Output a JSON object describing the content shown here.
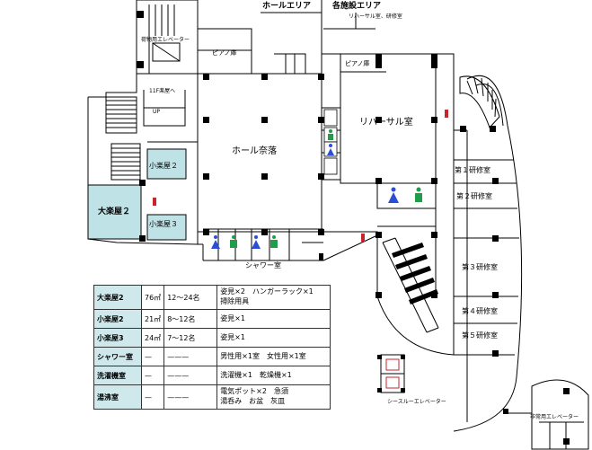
{
  "areas": {
    "hall_area": "ホールエリア",
    "facilities_area": "各施設エリア",
    "facilities_sub": "リハーサル室、研修室"
  },
  "rooms": {
    "hall_backstage": "ホール奈落",
    "rehearsal": "リハーサル室",
    "piano1": "ピアノ庫",
    "piano2": "ピアノ庫",
    "large_dressing2": "大楽屋２",
    "small_dressing2": "小楽屋２",
    "small_dressing3": "小楽屋３",
    "shower": "シャワー室",
    "training1": "第１研修室",
    "training2": "第２研修室",
    "training3": "第３研修室",
    "training4": "第４研修室",
    "training5": "第５研修室",
    "freight_elevator": "荷物用エレベーター",
    "floor_11f": "11F楽屋へ",
    "up_label": "UP",
    "seethrough_elevator": "シースルーエレベーター",
    "emergency_elevator": "非常用エレベーター"
  },
  "legend": {
    "rows": [
      {
        "name": "大楽屋2",
        "area": "76㎡",
        "capacity": "12～24名",
        "equipment": [
          "姿見×2　ハンガーラック×1",
          "掃除用具"
        ]
      },
      {
        "name": "小楽屋2",
        "area": "21㎡",
        "capacity": "8～12名",
        "equipment": [
          "姿見×1"
        ]
      },
      {
        "name": "小楽屋3",
        "area": "24㎡",
        "capacity": "7～12名",
        "equipment": [
          "姿見×1"
        ]
      },
      {
        "name": "シャワー室",
        "area": "—",
        "capacity": "———",
        "equipment": [
          "男性用×1室　女性用×1室"
        ]
      },
      {
        "name": "洗濯機室",
        "area": "—",
        "capacity": "———",
        "equipment": [
          "洗濯機×1　乾燥機×1"
        ]
      },
      {
        "name": "湯沸室",
        "area": "—",
        "capacity": "———",
        "equipment": [
          "電気ポット×2　急須",
          "湯呑み　お盆　灰皿"
        ]
      }
    ]
  },
  "colors": {
    "dressing_fill": "#bfe2e6",
    "legend_name_fill": "#cfe8ec",
    "male_icon": "#2a4fd6",
    "female_icon": "#1f9e4a",
    "wall": "#000000"
  }
}
